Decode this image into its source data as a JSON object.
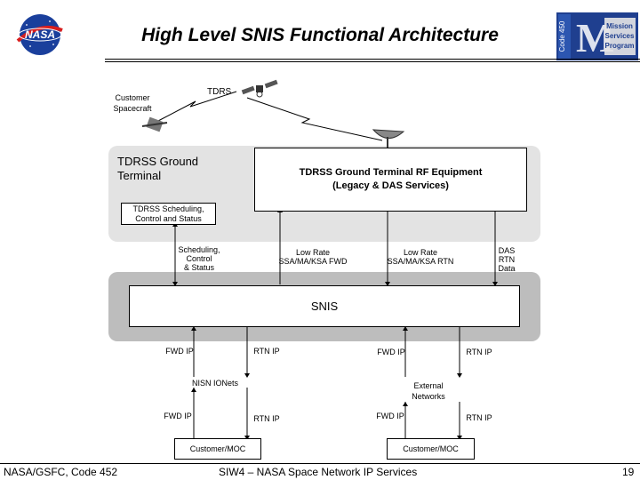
{
  "slide": {
    "title": "High Level SNIS Functional Architecture",
    "footer_left": "NASA/GSFC, Code 452",
    "footer_center": "SIW4 – NASA Space Network IP Services",
    "page_number": "19"
  },
  "logos": {
    "nasa": "NASA",
    "code": "Code 450",
    "program_line1": "Mission",
    "program_line2": "Services",
    "program_line3": "Program"
  },
  "diagram": {
    "tdrs": "TDRS",
    "customer_spacecraft_line1": "Customer",
    "customer_spacecraft_line2": "Spacecraft",
    "ground_terminal_line1": "TDRSS Ground",
    "ground_terminal_line2": "Terminal",
    "rf_equipment_line1": "TDRSS Ground Terminal RF Equipment",
    "rf_equipment_line2": "(Legacy & DAS Services)",
    "scheduling_box_line1": "TDRSS Scheduling,",
    "scheduling_box_line2": "Control and Status",
    "sched_link_line1": "Scheduling,",
    "sched_link_line2": "Control",
    "sched_link_line3": "& Status",
    "low_rate_fwd_line1": "Low Rate",
    "low_rate_fwd_line2": "SSA/MA/KSA FWD",
    "low_rate_rtn_line1": "Low Rate",
    "low_rate_rtn_line2": "SSA/MA/KSA RTN",
    "das_rtn_line1": "DAS",
    "das_rtn_line2": "RTN",
    "das_rtn_line3": "Data",
    "snis": "SNIS",
    "fwd_ip": "FWD IP",
    "rtn_ip": "RTN IP",
    "nisn_ionets": "NISN IONets",
    "external_networks_line1": "External",
    "external_networks_line2": "Networks",
    "customer_moc": "Customer/MOC"
  }
}
